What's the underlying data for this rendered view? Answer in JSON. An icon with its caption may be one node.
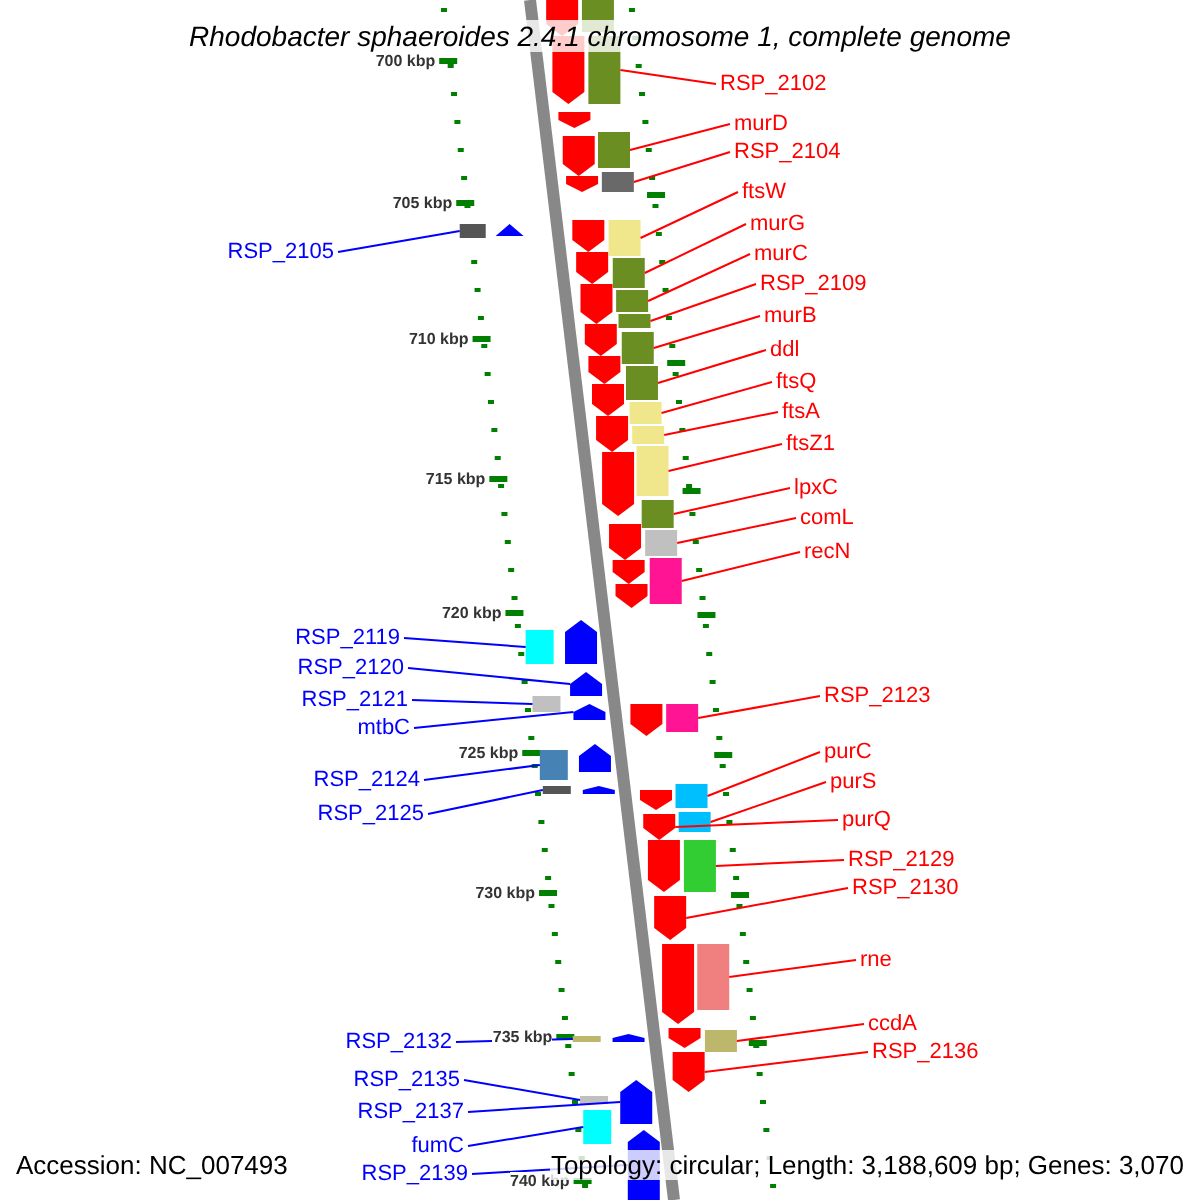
{
  "diagram": {
    "title": "Rhodobacter sphaeroides 2.4.1 chromosome 1, complete genome",
    "nodes": [
      {
        "text": [
          "RSP_2102"
        ]
      },
      {
        "text": [
          "murD"
        ]
      },
      {
        "text": [
          "RSP_2104"
        ]
      },
      {
        "text": [
          "RSP_2105"
        ]
      },
      {
        "text": [
          "ftsW"
        ]
      },
      {
        "text": [
          "murG"
        ]
      },
      {
        "text": [
          "murC"
        ]
      },
      {
        "text": [
          "RSP_2109"
        ]
      },
      {
        "text": [
          "murB"
        ]
      },
      {
        "text": [
          "ddl"
        ]
      },
      {
        "text": [
          "ftsQ"
        ]
      },
      {
        "text": [
          "ftsA"
        ]
      },
      {
        "text": [
          "ftsZ1"
        ]
      },
      {
        "text": [
          "lpxC"
        ]
      },
      {
        "text": [
          "comL"
        ]
      },
      {
        "text": [
          "recN"
        ]
      },
      {
        "text": [
          "RSP_2119"
        ]
      },
      {
        "text": [
          "RSP_2120"
        ]
      },
      {
        "text": [
          "RSP_2121"
        ]
      },
      {
        "text": [
          "mtbC"
        ]
      },
      {
        "text": [
          "RSP_2123"
        ]
      },
      {
        "text": [
          "RSP_2124"
        ]
      },
      {
        "text": [
          "purC"
        ]
      },
      {
        "text": [
          "purS"
        ]
      },
      {
        "text": [
          "RSP_2125"
        ]
      },
      {
        "text": [
          "purQ"
        ]
      },
      {
        "text": [
          "RSP_2129"
        ]
      },
      {
        "text": [
          "RSP_2130"
        ]
      },
      {
        "text": [
          "rne"
        ]
      },
      {
        "text": [
          "ccdA"
        ]
      },
      {
        "text": [
          "RSP_2132"
        ]
      },
      {
        "text": [
          "RSP_2136"
        ]
      },
      {
        "text": [
          "RSP_2135"
        ]
      },
      {
        "text": [
          "RSP_2137"
        ]
      },
      {
        "text": [
          "fumC"
        ]
      },
      {
        "text": [
          "RSP_2139"
        ]
      },
      {
        "text": [],
        "shape": "bar"
      },
      {
        "text": [],
        "shape": "bar"
      },
      {
        "text": [],
        "shape": "bar"
      },
      {
        "text": [],
        "shape": "bar"
      },
      {
        "text": [],
        "shape": "bar"
      },
      {
        "text": [],
        "shape": "bar"
      },
      {
        "text": [],
        "shape": "bar"
      },
      {
        "text": [],
        "shape": "bar"
      },
      {
        "text": [],
        "shape": "bar"
      },
      {
        "text": [],
        "shape": "bar"
      },
      {
        "text": [],
        "shape": "bar"
      },
      {
        "text": [],
        "shape": "bar"
      },
      {
        "text": [],
        "shape": "bar"
      },
      {
        "text": [],
        "shape": "bar"
      },
      {
        "text": [],
        "shape": "bar"
      },
      {
        "text": [],
        "shape": "bar"
      },
      {
        "text": [],
        "shape": "bar"
      },
      {
        "text": [],
        "shape": "pentagon"
      },
      {
        "text": [],
        "shape": "bar"
      },
      {
        "text": [],
        "shape": "pentagon"
      },
      {
        "text": [],
        "shape": "bar"
      },
      {
        "text": [],
        "shape": "bar"
      },
      {
        "text": [],
        "shape": "bar"
      },
      {
        "text": [],
        "shape": "bar"
      },
      {
        "text": [],
        "shape": "bar"
      },
      {
        "text": [],
        "shape": "pentagon"
      },
      {
        "text": [],
        "shape": "bar"
      },
      {
        "text": [],
        "shape": "pentagon"
      },
      {
        "text": [],
        "shape": "bar"
      },
      {
        "text": [],
        "shape": "bar"
      },
      {
        "text": [],
        "shape": "bar"
      },
      {
        "text": [],
        "shape": "pentagon"
      },
      {
        "text": [],
        "shape": "bar"
      },
      {
        "text": [],
        "shape": "pentagon"
      },
      {
        "text": [],
        "shape": "bar"
      },
      {
        "text": [],
        "shape": "pentagon"
      },
      {
        "text": [],
        "shape": "pentagon"
      },
      {
        "text": [],
        "shape": "pentagon"
      },
      {
        "text": [],
        "shape": "pentagon"
      },
      {
        "text": [],
        "shape": "pentagon"
      },
      {
        "text": [],
        "shape": "pentagon"
      },
      {
        "text": [],
        "shape": "pentagon"
      },
      {
        "text": [],
        "shape": "pentagon"
      },
      {
        "text": [],
        "shape": "pentagon"
      },
      {
        "text": [],
        "shape": "pentagon"
      },
      {
        "text": [],
        "shape": "pentagon"
      },
      {
        "text": [],
        "shape": "pentagon"
      },
      {
        "text": [],
        "shape": "pentagon"
      },
      {
        "text": [],
        "shape": "pentagon"
      },
      {
        "text": [],
        "shape": "pentagon"
      },
      {
        "text": [],
        "shape": "pentagon"
      },
      {
        "text": [],
        "shape": "pentagon"
      },
      {
        "text": [],
        "shape": "pentagon"
      },
      {
        "text": [],
        "shape": "pentagon"
      },
      {
        "text": [],
        "shape": "pentagon"
      },
      {
        "text": [],
        "shape": "pentagon"
      },
      {
        "text": [],
        "shape": "pentagon"
      },
      {
        "text": [],
        "shape": "bar"
      },
      {
        "text": [],
        "shape": "pentagon"
      },
      {
        "text": [],
        "shape": "pentagon"
      },
      {
        "text": [],
        "shape": "pentagon"
      },
      {
        "text": [],
        "shape": "pentagon"
      },
      {
        "text": [],
        "shape": "triangle"
      }
    ],
    "edges": [
      {
        "from": 0,
        "to": 36,
        "arrow": "none"
      },
      {
        "from": 1,
        "to": 37,
        "arrow": "none"
      },
      {
        "from": 2,
        "to": 38,
        "arrow": "none"
      },
      {
        "from": 3,
        "to": 39,
        "arrow": "none",
        "color": "#0000ff"
      },
      {
        "from": 4,
        "to": 40,
        "arrow": "none"
      },
      {
        "from": 5,
        "to": 41,
        "arrow": "none"
      },
      {
        "from": 6,
        "to": 42,
        "arrow": "none"
      },
      {
        "from": 7,
        "to": 43,
        "arrow": "none"
      },
      {
        "from": 8,
        "to": 44,
        "arrow": "none"
      },
      {
        "from": 9,
        "to": 45,
        "arrow": "none"
      },
      {
        "from": 10,
        "to": 46,
        "arrow": "none"
      },
      {
        "from": 11,
        "to": 47,
        "arrow": "none"
      },
      {
        "from": 12,
        "to": 48,
        "arrow": "none"
      },
      {
        "from": 13,
        "to": 49,
        "arrow": "none"
      },
      {
        "from": 14,
        "to": 50,
        "arrow": "none"
      },
      {
        "from": 15,
        "to": 51,
        "arrow": "none"
      },
      {
        "from": 16,
        "to": 52,
        "arrow": "none",
        "color": "#0000ff"
      },
      {
        "from": 17,
        "to": 53,
        "arrow": "none",
        "color": "#0000ff"
      },
      {
        "from": 18,
        "to": 54,
        "arrow": "none",
        "color": "#0000ff"
      },
      {
        "from": 19,
        "to": 55,
        "arrow": "none",
        "color": "#0000ff"
      },
      {
        "from": 20,
        "to": 56,
        "arrow": "none"
      },
      {
        "from": 21,
        "to": 57,
        "arrow": "none",
        "color": "#0000ff"
      },
      {
        "from": 22,
        "to": 58,
        "arrow": "none"
      },
      {
        "from": 23,
        "to": 59,
        "arrow": "none"
      },
      {
        "from": 24,
        "to": 60,
        "arrow": "none",
        "color": "#0000ff"
      },
      {
        "from": 25,
        "to": 61,
        "arrow": "none"
      },
      {
        "from": 26,
        "to": 62,
        "arrow": "none"
      },
      {
        "from": 27,
        "to": 63,
        "arrow": "none"
      },
      {
        "from": 28,
        "to": 64,
        "arrow": "none"
      },
      {
        "from": 29,
        "to": 65,
        "arrow": "none"
      },
      {
        "from": 30,
        "to": 66,
        "arrow": "none",
        "color": "#0000ff"
      },
      {
        "from": 31,
        "to": 67,
        "arrow": "none"
      },
      {
        "from": 32,
        "to": 68,
        "arrow": "none",
        "color": "#0000ff"
      },
      {
        "from": 33,
        "to": 69,
        "arrow": "none",
        "color": "#0000ff"
      },
      {
        "from": 34,
        "to": 70,
        "arrow": "none",
        "color": "#0000ff"
      },
      {
        "from": 35,
        "to": 71,
        "arrow": "none",
        "color": "#0000ff"
      }
    ],
    "labels": [
      "700 kbp",
      "705 kbp",
      "710 kbp",
      "715 kbp",
      "720 kbp",
      "725 kbp",
      "730 kbp",
      "735 kbp",
      "740 kbp",
      "Accession: NC_007493",
      "Topology: circular; Length: 3,188,609 bp; Genes: 3,070"
    ]
  }
}
